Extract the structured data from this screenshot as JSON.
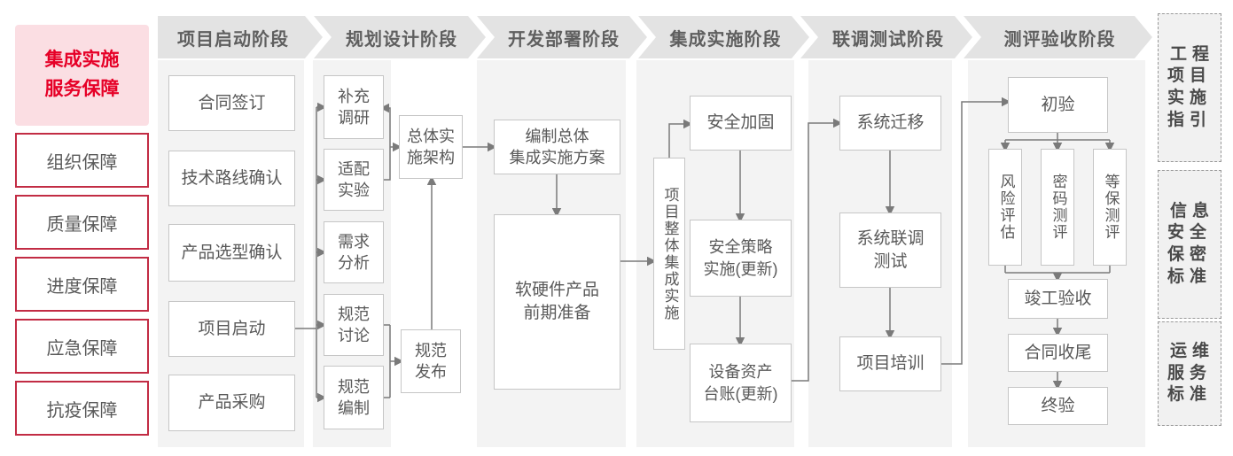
{
  "left_panel": {
    "title": "集成实施\n服务保障",
    "items": [
      "组织保障",
      "质量保障",
      "进度保障",
      "应急保障",
      "抗疫保障"
    ]
  },
  "phases": [
    {
      "header": "项目启动阶段",
      "boxes": [
        "合同签订",
        "技术路线确认",
        "产品选型确认",
        "项目启动",
        "产品采购"
      ]
    },
    {
      "header": "规划设计阶段",
      "boxes": [
        "补充\n调研",
        "适配\n实验",
        "需求\n分析",
        "规范\n讨论",
        "规范\n编制",
        "总体实\n施架构",
        "规范\n发布"
      ]
    },
    {
      "header": "开发部署阶段",
      "boxes": [
        "编制总体\n集成实施方案",
        "软硬件产品\n前期准备"
      ]
    },
    {
      "header": "集成实施阶段",
      "boxes": [
        "项目整体集成实施",
        "安全加固",
        "安全策略\n实施(更新)",
        "设备资产\n台账(更新)"
      ]
    },
    {
      "header": "联调测试阶段",
      "boxes": [
        "系统迁移",
        "系统联调\n测试",
        "项目培训"
      ]
    },
    {
      "header": "测评验收阶段",
      "boxes": [
        "初验",
        "风险评估",
        "密码测评",
        "等保测评",
        "竣工验收",
        "合同收尾",
        "终验"
      ]
    }
  ],
  "standards": [
    "工程\n项目\n实施\n指引",
    "信息\n安全\n保密\n标准",
    "运维\n服务\n标准"
  ],
  "colors": {
    "accent_red": "#e60027",
    "pink_bg": "#fbdee3",
    "red_border": "#c22c44",
    "band_gray": "#e3e3e3",
    "panel_gray": "#f3f3f3",
    "line_gray": "#7a7a7a"
  }
}
